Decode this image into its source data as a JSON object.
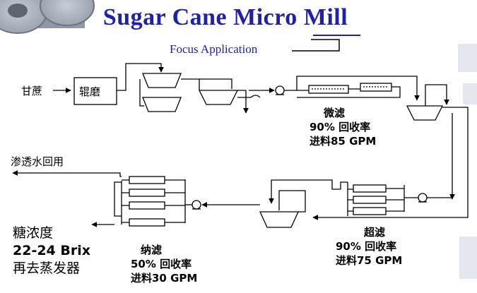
{
  "slide": {
    "title": "Sugar Cane Micro Mill",
    "subtitle": "Focus Application"
  },
  "diagram": {
    "input_label": "甘蔗",
    "mill_box_label": "辊磨",
    "permeate_label": "渗透水回用",
    "microfiltration": {
      "name": "微滤",
      "recovery": "90% 回收率",
      "feed": "进料85 GPM"
    },
    "ultrafiltration": {
      "name": "超滤",
      "recovery": "90% 回收率",
      "feed": "进料75 GPM"
    },
    "nanofiltration": {
      "name": "纳滤",
      "recovery": "50% 回收率",
      "feed": "进料30 GPM"
    },
    "output": {
      "line1": "糖浓度",
      "line2": "22-24 Brix",
      "line3": "再去蒸发器"
    }
  },
  "colors": {
    "title": "#1f22a8",
    "line": "#000000",
    "background_shade": "#dfe3ea"
  }
}
